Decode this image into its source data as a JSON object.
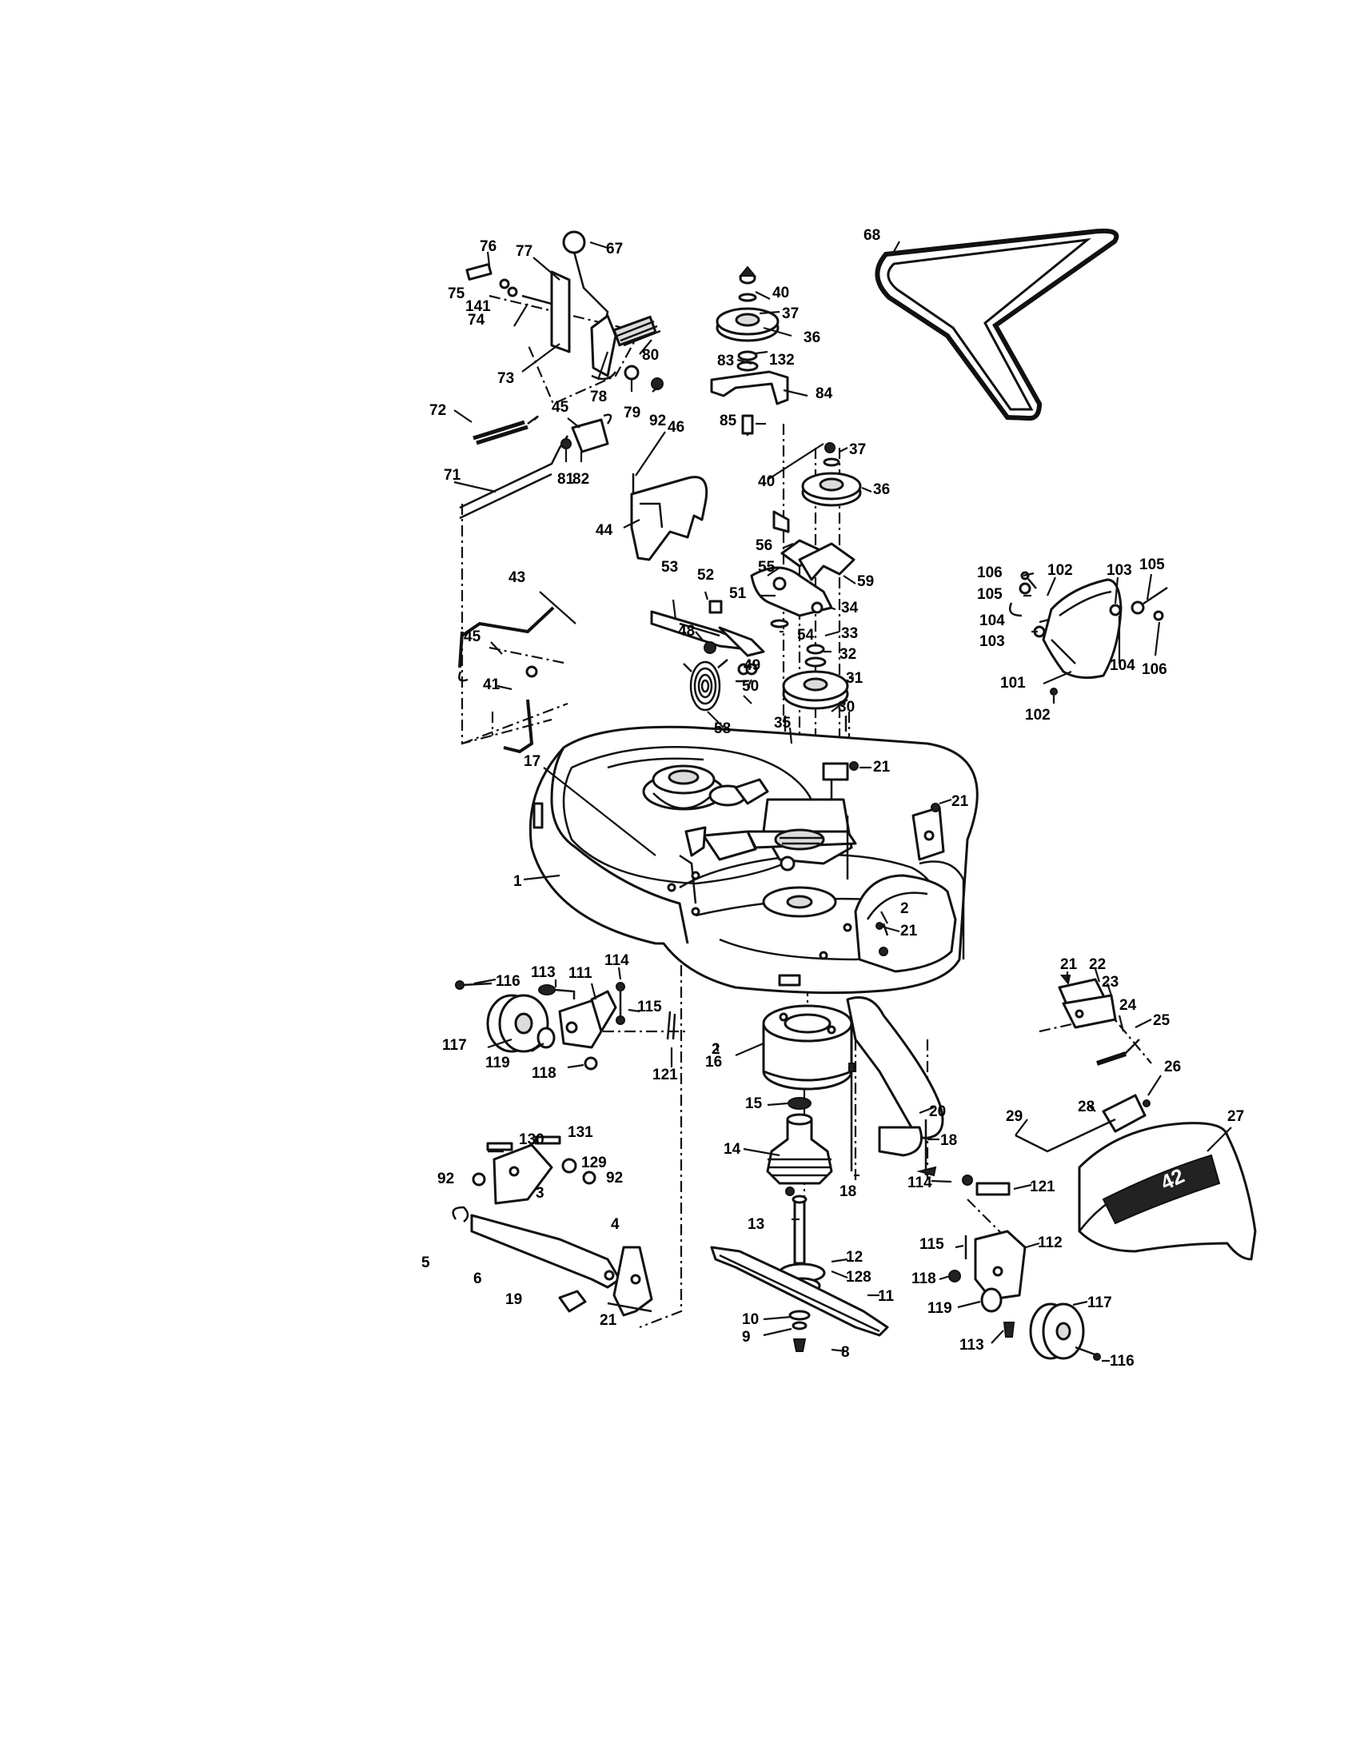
{
  "callouts": [
    "1",
    "2",
    "3",
    "4",
    "5",
    "6",
    "8",
    "9",
    "10",
    "11",
    "12",
    "13",
    "14",
    "15",
    "16",
    "17",
    "18",
    "19",
    "20",
    "21",
    "22",
    "23",
    "24",
    "25",
    "26",
    "27",
    "28",
    "29",
    "30",
    "31",
    "32",
    "33",
    "34",
    "35",
    "36",
    "37",
    "40",
    "41",
    "43",
    "44",
    "45",
    "46",
    "48",
    "49",
    "50",
    "51",
    "52",
    "53",
    "54",
    "55",
    "56",
    "58",
    "59",
    "67",
    "68",
    "71",
    "72",
    "73",
    "74",
    "75",
    "76",
    "77",
    "78",
    "79",
    "80",
    "81",
    "82",
    "83",
    "84",
    "85",
    "92",
    "101",
    "102",
    "103",
    "104",
    "105",
    "106",
    "111",
    "112",
    "113",
    "114",
    "115",
    "116",
    "117",
    "118",
    "119",
    "121",
    "128",
    "129",
    "130",
    "131",
    "132"
  ],
  "decal": {
    "text": "42"
  }
}
